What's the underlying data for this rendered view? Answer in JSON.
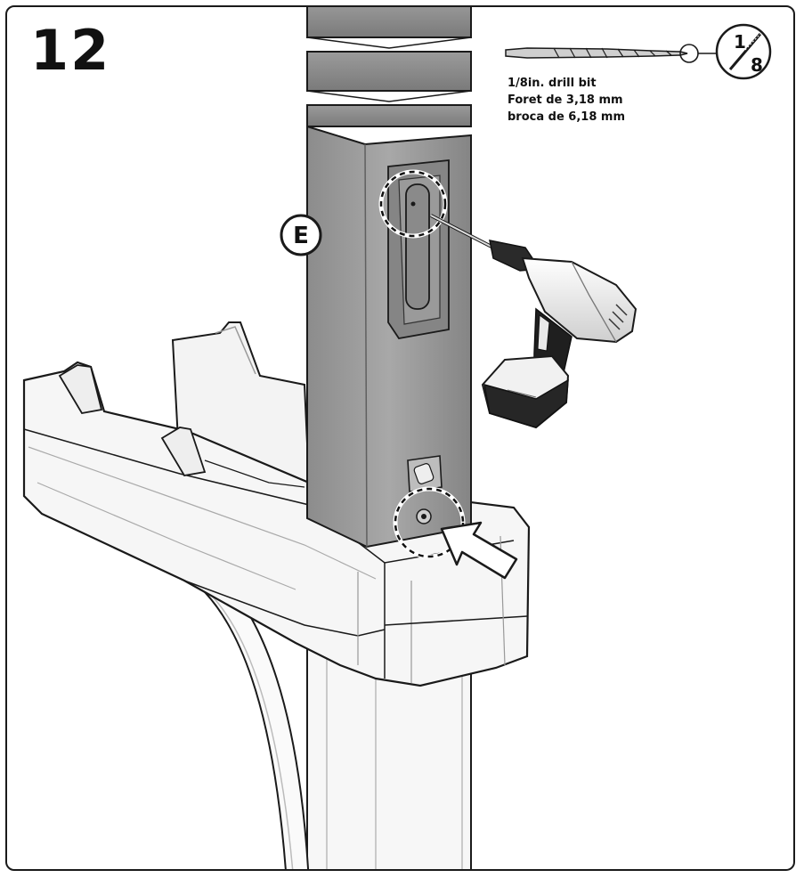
{
  "step": {
    "number": "12"
  },
  "tool": {
    "icon": "drill-bit-icon",
    "size_fraction": {
      "numerator": "1",
      "denominator": "8"
    },
    "labels": {
      "english": "1/8in. drill bit",
      "french": "Foret de 3,18 mm",
      "spanish": "broca de 6,18 mm"
    }
  },
  "part": {
    "label": "E"
  },
  "icons": [
    "drill-icon",
    "arrow-pointer-icon",
    "drill-bit-icon"
  ],
  "colors": {
    "outline": "#1a1a1a",
    "post": "#9a9a9a",
    "post_dark": "#7d7d7d",
    "bracket": "#f4f4f4"
  }
}
